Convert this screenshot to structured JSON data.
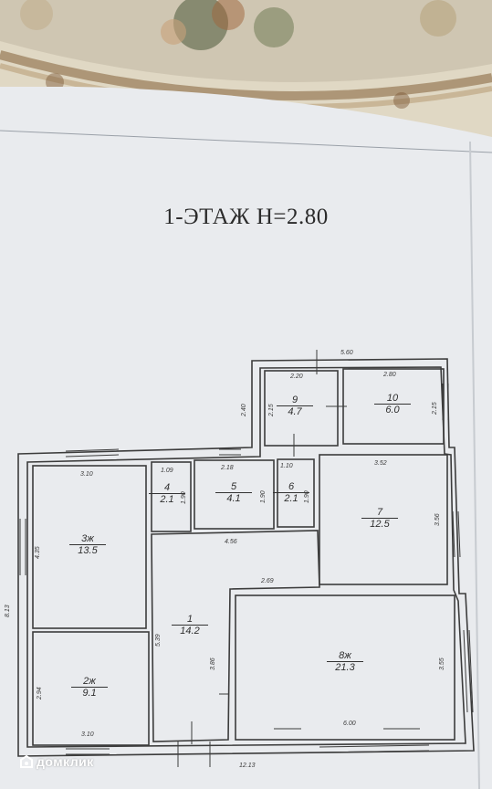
{
  "plan": {
    "title": "1-ЭТАЖ  Н=2.80",
    "rooms": [
      {
        "num": "1",
        "area": "14.2"
      },
      {
        "num": "2ж",
        "area": "9.1"
      },
      {
        "num": "3ж",
        "area": "13.5"
      },
      {
        "num": "4",
        "area": "2.1"
      },
      {
        "num": "5",
        "area": "4.1"
      },
      {
        "num": "6",
        "area": "2.1"
      },
      {
        "num": "7",
        "area": "12.5"
      },
      {
        "num": "8ж",
        "area": "21.3"
      },
      {
        "num": "9",
        "area": "4.7"
      },
      {
        "num": "10",
        "area": "6.0"
      }
    ],
    "dims": {
      "top_total": "5.60",
      "d_220": "2.20",
      "d_280": "2.80",
      "d_215a": "2.15",
      "d_215b": "2.15",
      "d_240": "2.40",
      "d_310top": "3.10",
      "d_109": "1.09",
      "d_218": "2.18",
      "d_110": "1.10",
      "d_352": "3.52",
      "d_190a": "1.90",
      "d_190b": "1.90",
      "d_190c": "1.90",
      "d_435": "4.35",
      "d_813": "8.13",
      "d_456": "4.56",
      "d_356": "3.56",
      "d_269": "2.69",
      "d_539": "5.39",
      "d_386": "3.86",
      "d_355": "3.55",
      "d_294": "2.94",
      "d_310bot": "3.10",
      "d_600": "6.00",
      "bottom_total": "12.13"
    }
  },
  "watermark": {
    "text": "домклик",
    "icon": "domclick-logo-icon"
  },
  "colors": {
    "paper": "#e8eaec",
    "line": "#3a3a3a"
  }
}
